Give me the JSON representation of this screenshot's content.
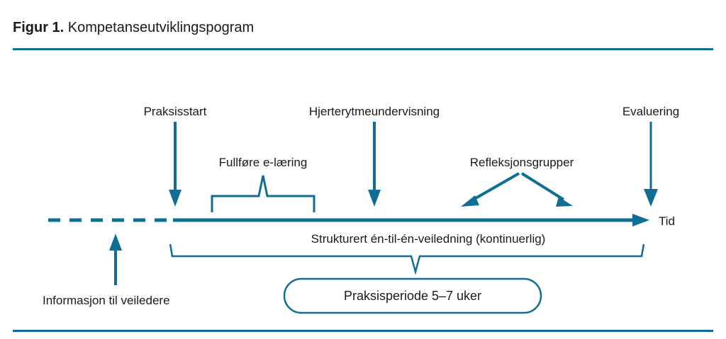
{
  "figure": {
    "number_label": "Figur 1.",
    "caption": "Kompetanseutviklingspogram"
  },
  "theme": {
    "accent_color": "#0f6e96",
    "text_color": "#1a1a1a",
    "background_color": "#ffffff"
  },
  "diagram": {
    "type": "timeline",
    "axis_label": "Tid",
    "milestones_above": [
      {
        "label": "Praksisstart",
        "marker": "down-arrow"
      },
      {
        "label": "Hjerterytmeundervisning",
        "marker": "down-arrow"
      },
      {
        "label": "Evaluering",
        "marker": "down-arrow"
      }
    ],
    "spans_above": [
      {
        "label": "Fullføre e-læring",
        "marker": "brace-up"
      },
      {
        "label": "Refleksjonsgrupper",
        "marker": "double-arrow-down"
      }
    ],
    "milestones_below": [
      {
        "label": "Informasjon til veiledere",
        "marker": "up-arrow"
      }
    ],
    "axis_caption": "Strukturert én-til-én-veiledning (kontinuerlig)",
    "period_box": {
      "label": "Praksisperiode 5–7 uker",
      "shape": "rounded-pill"
    }
  }
}
